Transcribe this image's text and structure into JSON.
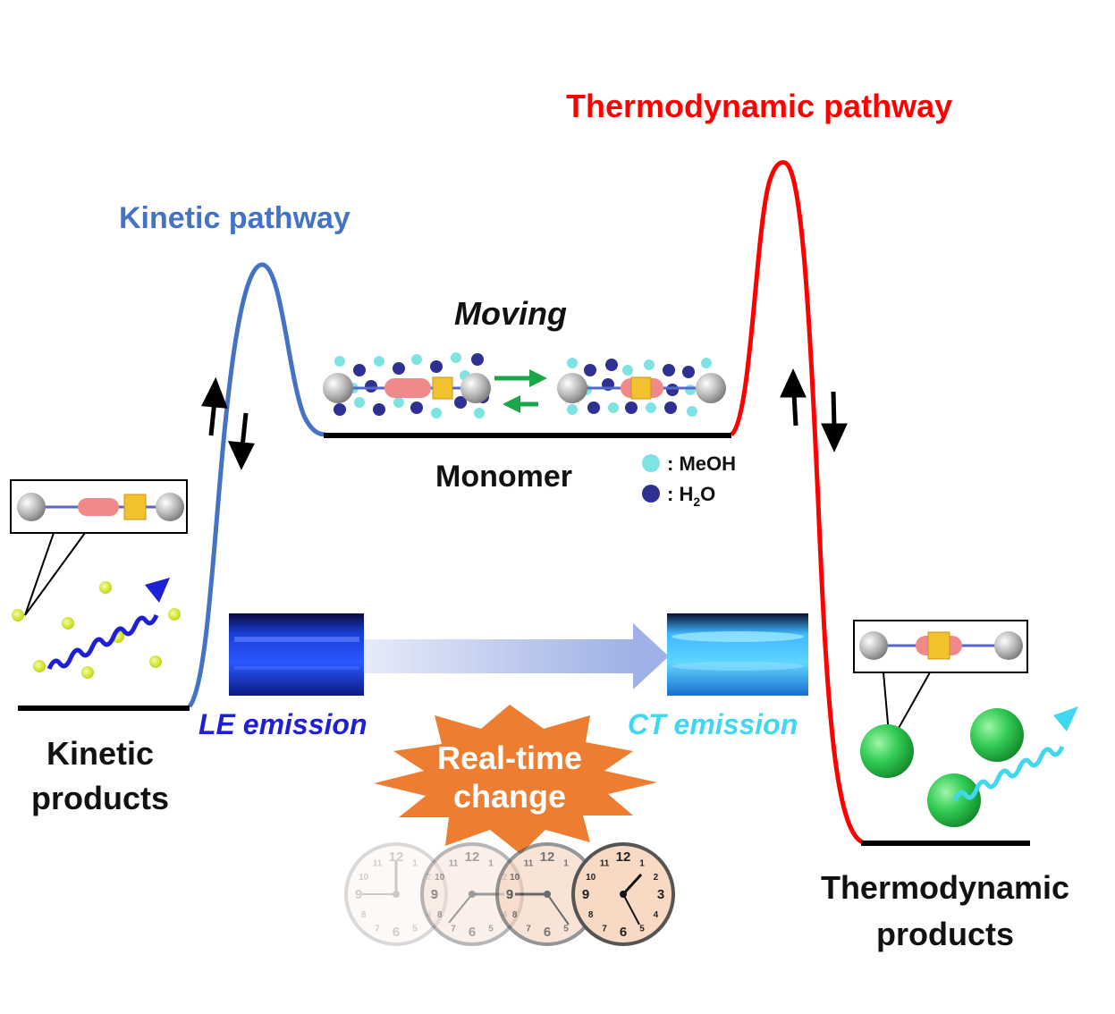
{
  "titles": {
    "kinetic_pathway": "Kinetic pathway",
    "thermodynamic_pathway": "Thermodynamic pathway",
    "moving": "Moving"
  },
  "states": {
    "monomer": "Monomer",
    "kinetic_products_line1": "Kinetic",
    "kinetic_products_line2": "products",
    "thermodynamic_products_line1": "Thermodynamic",
    "thermodynamic_products_line2": "products"
  },
  "legend": {
    "meoh": ": MeOH",
    "h2o_prefix": ": H",
    "h2o_sub": "2",
    "h2o_suffix": "O"
  },
  "emission": {
    "le": "LE emission",
    "ct": "CT emission"
  },
  "change": {
    "line1": "Real-time",
    "line2": "change"
  },
  "colors": {
    "kinetic": "#4472c4",
    "thermodynamic": "#ff0000",
    "le_text": "#1f1fd6",
    "ct_text": "#3fd8ee",
    "burst": "#ed7d31",
    "equilibrium_arrow": "#1aa64a",
    "meoh": "#7fe3e3",
    "h2o": "#2e3192"
  },
  "clock_numerals": [
    "12",
    "1",
    "2",
    "3",
    "4",
    "5",
    "6",
    "7",
    "8",
    "9",
    "10",
    "11"
  ]
}
